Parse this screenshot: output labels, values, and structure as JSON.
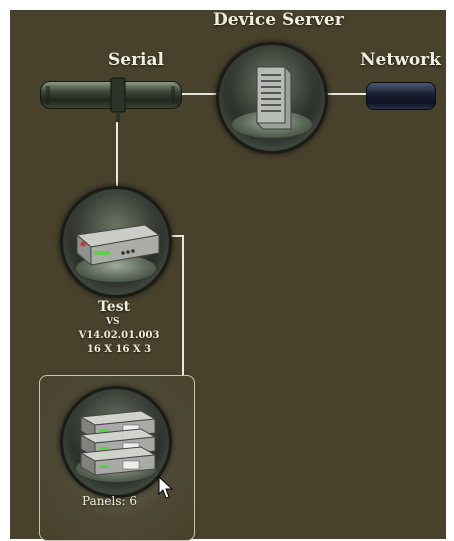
{
  "diagram": {
    "device_server_label": "Device Server",
    "serial_label": "Serial",
    "network_label": "Network",
    "router": {
      "name": "Test",
      "type": "VS",
      "version": "V14.02.01.003",
      "size": "16 X 16 X 3"
    },
    "panels_label": "Panels: 6"
  },
  "icons": {
    "device_server": "server-tower-icon",
    "serial_cable": "serial-cable-icon",
    "network_cable": "network-cable-icon",
    "router": "router-frame-icon",
    "panels": "control-panels-icon",
    "cursor": "mouse-pointer-icon"
  },
  "colors": {
    "background": "#48412c",
    "wire": "#e8e8e0",
    "label": "#f1eedf",
    "network_cable": "#1b2236",
    "serial_cable": "#3f4a3b"
  }
}
